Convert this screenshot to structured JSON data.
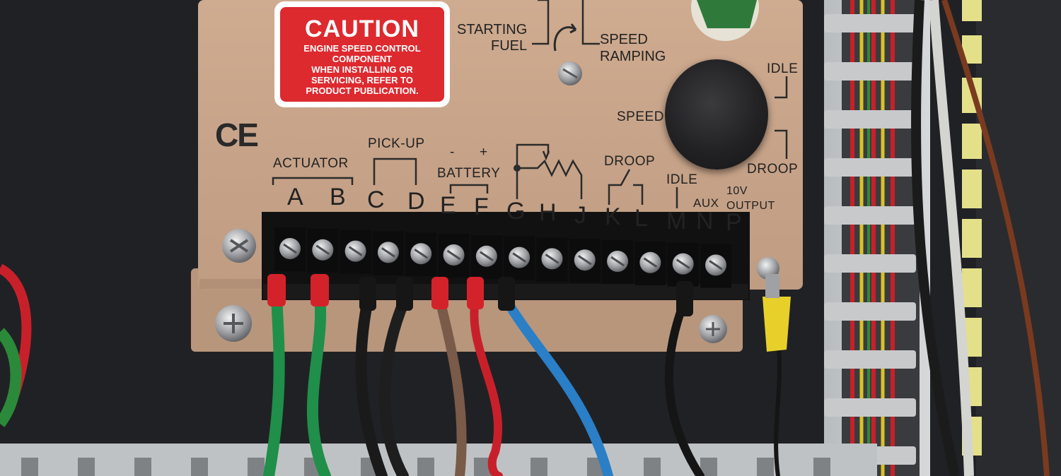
{
  "caution_label": {
    "title": "CAUTION",
    "lines": [
      "ENGINE SPEED CONTROL",
      "COMPONENT",
      "WHEN INSTALLING OR",
      "SERVICING, REFER TO",
      "PRODUCT PUBLICATION."
    ]
  },
  "ce_mark": "CE",
  "top_labels": {
    "starting": "STARTING",
    "fuel": "FUEL",
    "speed": "SPEED",
    "ramping": "RAMPING"
  },
  "knob_labels": {
    "idle": "IDLE",
    "speed": "SPEED",
    "droop": "DROOP"
  },
  "group_labels": {
    "actuator": "ACTUATOR",
    "pickup": "PICK-UP",
    "battery_minus": "-",
    "battery_plus": "+",
    "battery": "BATTERY",
    "droop": "DROOP",
    "idle": "IDLE",
    "aux": "AUX",
    "output_10v": "10V",
    "output": "OUTPUT"
  },
  "terminals": [
    "A",
    "B",
    "C",
    "D",
    "E",
    "F",
    "G",
    "H",
    "J",
    "K",
    "L",
    "M",
    "N",
    "P"
  ],
  "colors": {
    "panel": "#c9a58a",
    "caution_red": "#dd2a2f",
    "wire_green": "#1f8f4a",
    "wire_black": "#1a1a1a",
    "wire_brown": "#7a5a48",
    "wire_red": "#c8202a",
    "wire_blue": "#2a7fc6",
    "ferrule_yellow": "#e8d02a"
  }
}
